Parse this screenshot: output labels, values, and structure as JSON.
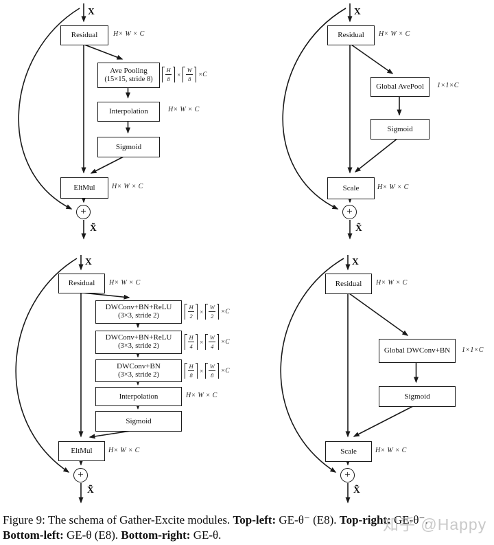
{
  "icons": {
    "add": "+"
  },
  "watermark": {
    "text": "知乎 @Happy"
  },
  "caption": {
    "figure_label": "Figure 9:",
    "description": "The schema of Gather-Excite modules.",
    "entries": [
      {
        "label": "Top-left:",
        "value": "GE-θ⁻ (E8)."
      },
      {
        "label": "Top-right:",
        "value": "GE-θ⁻."
      },
      {
        "label": "Bottom-left:",
        "value": "GE-θ (E8)."
      },
      {
        "label": "Bottom-right:",
        "value": "GE-θ."
      }
    ]
  },
  "diagrams": {
    "top_left": {
      "input_label": "X",
      "output_label": "X̃",
      "residual": "Residual",
      "residual_dim": "H× W × C",
      "pool_line1": "Ave Pooling",
      "pool_line2": "(15×15, stride 8)",
      "pool_dim": {
        "f1n": "H",
        "f1d": "8",
        "times": "×",
        "f2n": "W",
        "f2d": "8",
        "suffix": "×C"
      },
      "interp": "Interpolation",
      "interp_dim": "H× W × C",
      "sigmoid": "Sigmoid",
      "mul": "EltMul",
      "mul_dim": "H× W × C"
    },
    "top_right": {
      "input_label": "X",
      "output_label": "X̃",
      "residual": "Residual",
      "residual_dim": "H× W × C",
      "pool": "Global AvePool",
      "pool_dim": "1×1×C",
      "sigmoid": "Sigmoid",
      "scale": "Scale",
      "scale_dim": "H× W × C"
    },
    "bottom_left": {
      "input_label": "X",
      "output_label": "X̃",
      "residual": "Residual",
      "residual_dim": "H× W × C",
      "conv1_line1": "DWConv+BN+ReLU",
      "conv1_line2": "(3×3, stride 2)",
      "conv1_dim": {
        "f1n": "H",
        "f1d": "2",
        "times": "×",
        "f2n": "W",
        "f2d": "2",
        "suffix": "×C"
      },
      "conv2_line1": "DWConv+BN+ReLU",
      "conv2_line2": "(3×3, stride 2)",
      "conv2_dim": {
        "f1n": "H",
        "f1d": "4",
        "times": "×",
        "f2n": "W",
        "f2d": "4",
        "suffix": "×C"
      },
      "conv3_line1": "DWConv+BN",
      "conv3_line2": "(3×3, stride 2)",
      "conv3_dim": {
        "f1n": "H",
        "f1d": "8",
        "times": "×",
        "f2n": "W",
        "f2d": "8",
        "suffix": "×C"
      },
      "interp": "Interpolation",
      "interp_dim": "H× W × C",
      "sigmoid": "Sigmoid",
      "mul": "EltMul",
      "mul_dim": "H× W × C"
    },
    "bottom_right": {
      "input_label": "X",
      "output_label": "X̃",
      "residual": "Residual",
      "residual_dim": "H× W × C",
      "conv": "Global DWConv+BN",
      "conv_dim": "1×1×C",
      "sigmoid": "Sigmoid",
      "scale": "Scale",
      "scale_dim": "H× W × C"
    }
  }
}
